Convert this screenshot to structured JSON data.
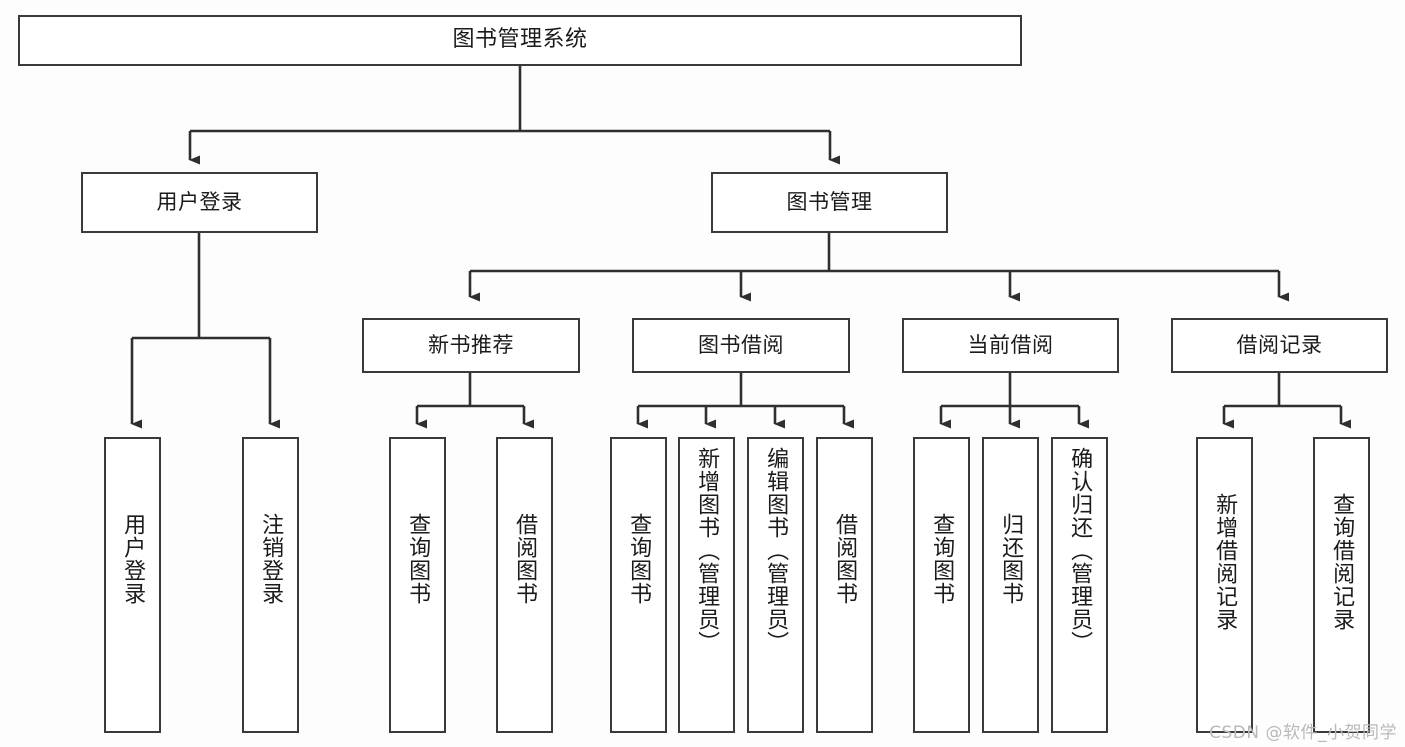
{
  "diagram": {
    "title": "图书管理系统",
    "type": "tree-hierarchy",
    "root": {
      "label": "图书管理系统"
    },
    "level2": [
      {
        "label": "用户登录"
      },
      {
        "label": "图书管理"
      }
    ],
    "level3": [
      {
        "label": "新书推荐"
      },
      {
        "label": "图书借阅"
      },
      {
        "label": "当前借阅"
      },
      {
        "label": "借阅记录"
      }
    ],
    "leaves": {
      "user_login": [
        {
          "label": "用户登录"
        },
        {
          "label": "注销登录"
        }
      ],
      "new_book_recommend": [
        {
          "label": "查询图书"
        },
        {
          "label": "借阅图书"
        }
      ],
      "book_borrow": [
        {
          "label": "查询图书"
        },
        {
          "label": "新增图书（管理员）"
        },
        {
          "label": "编辑图书（管理员）"
        },
        {
          "label": "借阅图书"
        }
      ],
      "current_borrow": [
        {
          "label": "查询图书"
        },
        {
          "label": "归还图书"
        },
        {
          "label": "确认归还（管理员）"
        }
      ],
      "borrow_record": [
        {
          "label": "新增借阅记录"
        },
        {
          "label": "查询借阅记录"
        }
      ]
    },
    "colors": {
      "box_border": "#3a3a3a",
      "box_fill": "#ffffff",
      "connector": "#2f2f2f",
      "text": "#1b1b1b",
      "background": "#fdfdfd",
      "watermark": "#b9b9b9"
    }
  },
  "watermark": {
    "text": "CSDN @软件_小贺同学"
  }
}
